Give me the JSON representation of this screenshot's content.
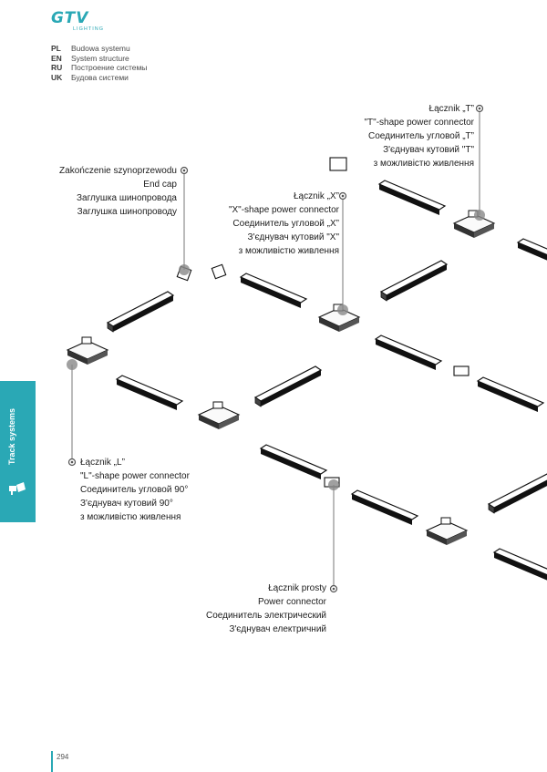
{
  "brand": {
    "logo_text": "GTV",
    "logo_sub": "LIGHTING",
    "accent": "#2aa8b5"
  },
  "languages": [
    {
      "code": "PL",
      "text": "Budowa systemu"
    },
    {
      "code": "EN",
      "text": "System structure"
    },
    {
      "code": "RU",
      "text": "Построение системы"
    },
    {
      "code": "UK",
      "text": "Будова системи"
    }
  ],
  "side_tab": {
    "label": "Track systems"
  },
  "callouts": {
    "end_cap": [
      "Zakończenie szynoprzewodu",
      "End cap",
      "Заглушка шинопровода",
      "Заглушка шинопроводу"
    ],
    "t_connector": [
      "Łącznik „T”",
      "\"T\"-shape power connector",
      "Соединитель угловой „T”",
      "З'єднувач кутовий \"T\"",
      "з можливістю живлення"
    ],
    "x_connector": [
      "Łącznik „X”",
      "\"X\"-shape power connector",
      "Соединитель угловой „X”",
      "З'єднувач кутовий \"X\"",
      "з можливістю живлення"
    ],
    "l_connector": [
      "Łącznik „L”",
      "\"L\"-shape power connector",
      "Соединитель угловой 90°",
      "З'єднувач кутовий 90°",
      "з можливістю живлення"
    ],
    "straight_connector": [
      "Łącznik prosty",
      "Power connector",
      "Соединитель электрический",
      "З'єднувач електричний"
    ]
  },
  "page": {
    "number": "294"
  }
}
